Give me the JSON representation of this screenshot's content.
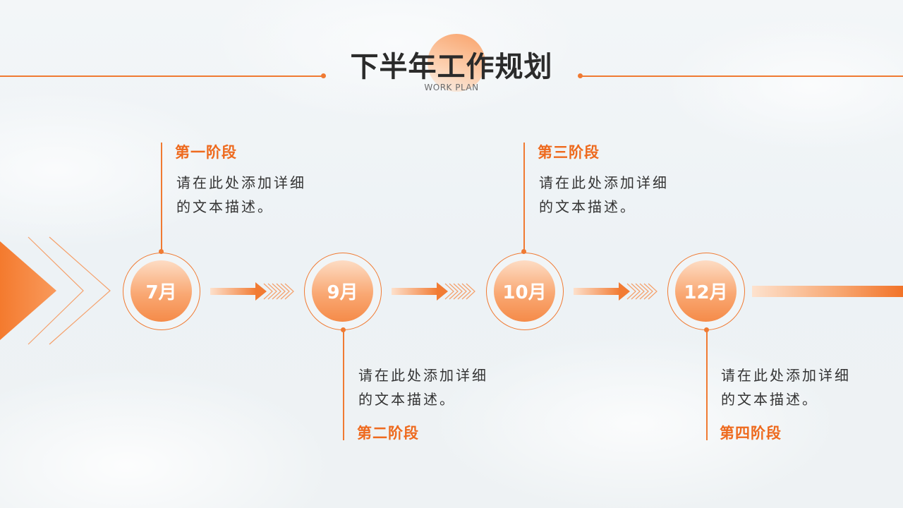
{
  "header": {
    "title": "下半年工作规划",
    "subtitle": "WORK PLAN"
  },
  "colors": {
    "accent": "#f07a32",
    "stage_title": "#ee6a1e",
    "text": "#333333"
  },
  "timeline": [
    {
      "month": "7月",
      "stage": "第一阶段",
      "desc_line1": "请在此处添加详细",
      "desc_line2": "的文本描述。"
    },
    {
      "month": "9月",
      "stage": "第二阶段",
      "desc_line1": "请在此处添加详细",
      "desc_line2": "的文本描述。"
    },
    {
      "month": "10月",
      "stage": "第三阶段",
      "desc_line1": "请在此处添加详细",
      "desc_line2": "的文本描述。"
    },
    {
      "month": "12月",
      "stage": "第四阶段",
      "desc_line1": "请在此处添加详细",
      "desc_line2": "的文本描述。"
    }
  ]
}
